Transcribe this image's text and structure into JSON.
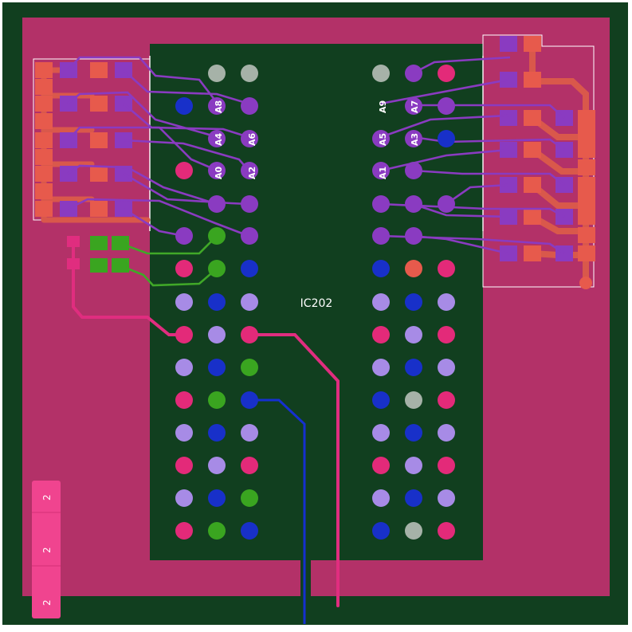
{
  "colors": {
    "board": "#113f1f",
    "pour": "#b33168",
    "ic_body": "#113f1f",
    "purple": "#8a3bc1",
    "purple_pad": "#8a3bc1",
    "lavender": "#a78be6",
    "blue": "#1830c9",
    "pink": "#e32a79",
    "green": "#3aa520",
    "gray": "#a6b2a8",
    "salmon": "#e75a4c",
    "salmon_trace": "#d9584b",
    "pink_trace": "#e02d7f",
    "blue_trace": "#1530d0",
    "green_trace": "#40a828",
    "silk": "#ffffff",
    "tag": "#f0448f"
  },
  "ic": {
    "designator": "IC202"
  },
  "pin_labels_left": [
    "A8",
    "A6",
    "A4",
    "A2",
    "A0"
  ],
  "pin_labels_right": [
    "A9",
    "A7",
    "A5",
    "A3",
    "A1"
  ],
  "net_tags": [
    "2",
    "2",
    "2"
  ]
}
